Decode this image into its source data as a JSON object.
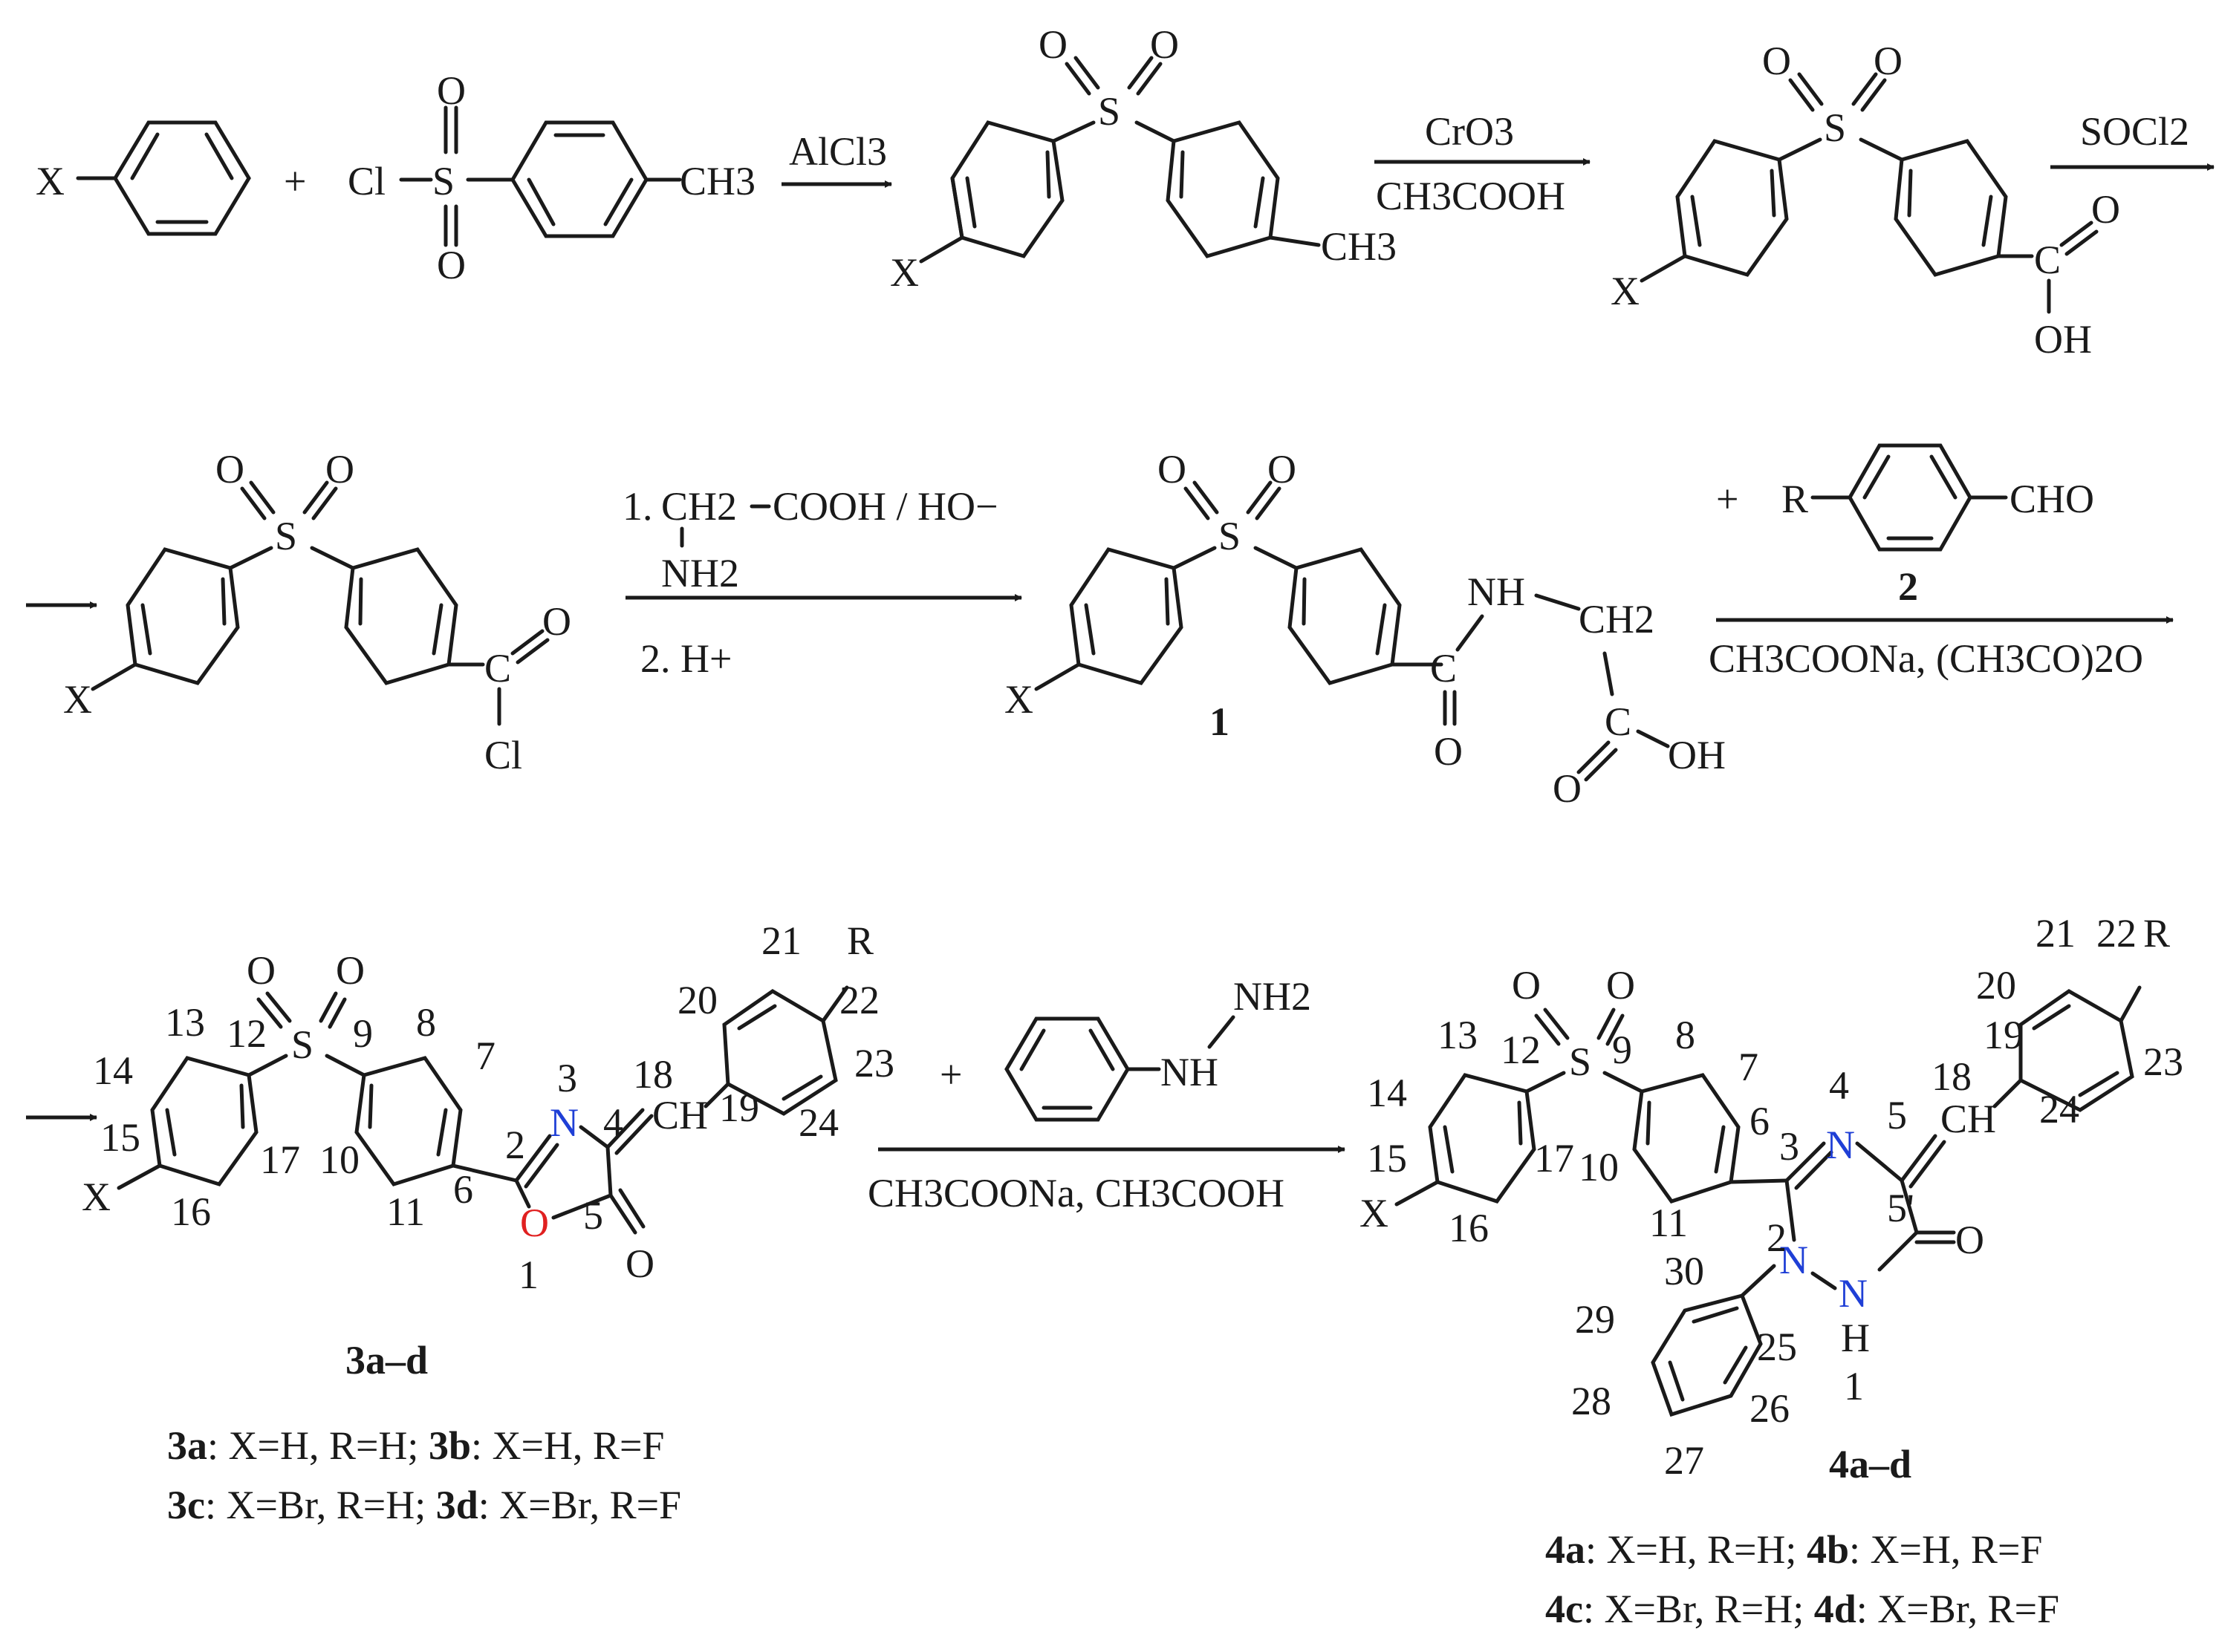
{
  "figure": {
    "background": "#ffffff",
    "ink_color": "#1a1a1a",
    "nitrogen_color": "#1f3fd6",
    "oxygen_color": "#e02020"
  },
  "row1": {
    "reactant_substituent": "X",
    "plus": "+",
    "sulfonyl_chloride": {
      "cl": "Cl",
      "s": "S",
      "o": "O",
      "ch3": "CH3"
    },
    "step1_reagent": "AlCl3",
    "sulfone": {
      "x": "X",
      "s": "S",
      "o": "O",
      "ch3": "CH3"
    },
    "step2_reagent_top": "CrO3",
    "step2_reagent_bottom": "CH3COOH",
    "acid": {
      "x": "X",
      "s": "S",
      "o": "O",
      "c": "C",
      "oh": "OH"
    },
    "step3_reagent": "SOCl2"
  },
  "row2": {
    "acyl_chloride": {
      "x": "X",
      "s": "S",
      "o": "O",
      "c": "C",
      "cl": "Cl"
    },
    "step4_line1_num": "1.",
    "step4_ch2": "CH2",
    "step4_cooh": "COOH / HO−",
    "step4_nh2": "NH2",
    "step4_line2": "2. H+",
    "compound1": {
      "x": "X",
      "s": "S",
      "o": "O",
      "nh": "NH",
      "ch2": "CH2",
      "c": "C",
      "oh": "OH",
      "label": "1"
    },
    "aldehyde": {
      "plus": "+",
      "r": "R",
      "cho": "CHO",
      "label": "2"
    },
    "step5_reagent": "CH3COONa, (CH3CO)2O"
  },
  "row3": {
    "oxazolone": {
      "x": "X",
      "r": "R",
      "s": "S",
      "o": "O",
      "n": "N",
      "ring_o": "O",
      "ch": "CH",
      "carbonyl_o": "O",
      "numbers": [
        "1",
        "2",
        "3",
        "4",
        "5",
        "6",
        "7",
        "8",
        "9",
        "10",
        "11",
        "12",
        "13",
        "14",
        "15",
        "16",
        "17",
        "18",
        "19",
        "20",
        "21",
        "22",
        "23",
        "24"
      ],
      "label": "3a–d",
      "variants_line1": [
        {
          "code": "3a",
          "text": ": X=H, R=H; "
        },
        {
          "code": "3b",
          "text": ": X=H, R=F"
        }
      ],
      "variants_line2": [
        {
          "code": "3c",
          "text": ": X=Br, R=H; "
        },
        {
          "code": "3d",
          "text": ": X=Br, R=F"
        }
      ]
    },
    "plus": "+",
    "phenylhydrazine": {
      "nh": "NH",
      "nh2": "NH2"
    },
    "step6_reagent": "CH3COONa, CH3COOH",
    "triazinone": {
      "x": "X",
      "r": "R",
      "s": "S",
      "o": "O",
      "n4": "N",
      "n2": "N",
      "n1": "N",
      "h": "H",
      "ch": "CH",
      "carbonyl_o": "O",
      "numbers": [
        "1",
        "2",
        "3",
        "4",
        "5",
        "5'",
        "6",
        "7",
        "8",
        "9",
        "10",
        "11",
        "12",
        "13",
        "14",
        "15",
        "16",
        "17",
        "18",
        "19",
        "20",
        "21",
        "22",
        "23",
        "24",
        "25",
        "26",
        "27",
        "28",
        "29",
        "30"
      ],
      "label": "4a–d",
      "variants_line1": [
        {
          "code": "4a",
          "text": ": X=H, R=H; "
        },
        {
          "code": "4b",
          "text": ": X=H, R=F"
        }
      ],
      "variants_line2": [
        {
          "code": "4c",
          "text": ": X=Br, R=H; "
        },
        {
          "code": "4d",
          "text": ": X=Br, R=F"
        }
      ]
    }
  }
}
